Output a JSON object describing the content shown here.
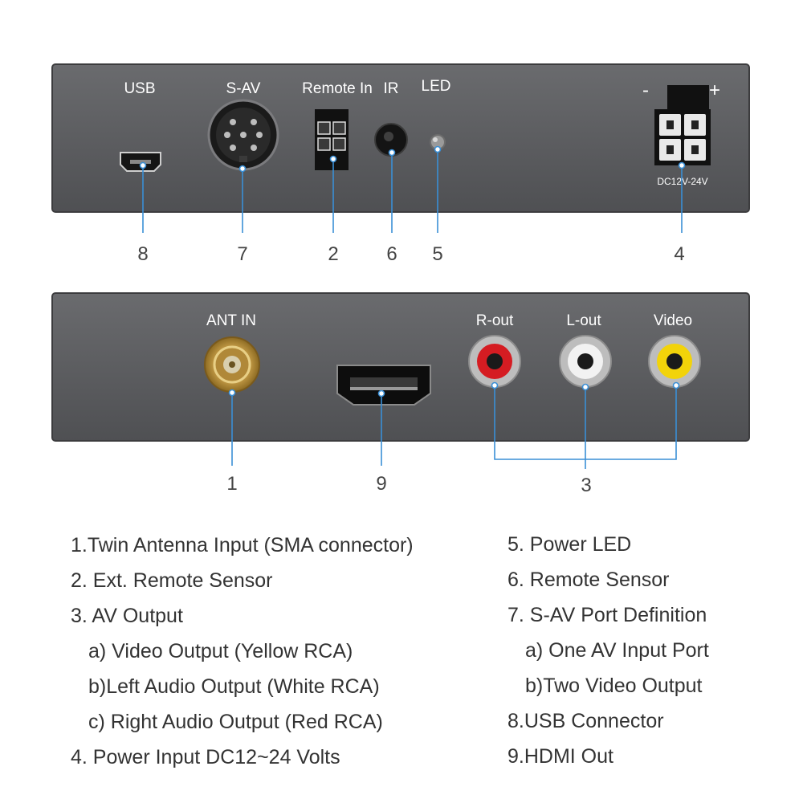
{
  "top_panel": {
    "labels": {
      "usb": "USB",
      "sav": "S-AV",
      "remote_in": "Remote In",
      "ir": "IR",
      "led": "LED",
      "minus": "-",
      "plus": "+",
      "dc": "DC12V-24V"
    },
    "callouts": [
      "8",
      "7",
      "2",
      "6",
      "5",
      "4"
    ]
  },
  "bottom_panel": {
    "labels": {
      "ant_in": "ANT IN",
      "r_out": "R-out",
      "l_out": "L-out",
      "video": "Video"
    },
    "callouts": [
      "1",
      "9",
      "3"
    ]
  },
  "legend": {
    "left": [
      "1.Twin Antenna Input (SMA connector)",
      "2. Ext. Remote Sensor",
      "3. AV Output",
      "a) Video Output (Yellow RCA)",
      "b)Left Audio Output (White RCA)",
      "c) Right Audio Output (Red RCA)",
      "4. Power Input DC12~24 Volts"
    ],
    "right": [
      "5. Power LED",
      "6. Remote Sensor",
      "7. S-AV Port Definition",
      "a) One AV Input Port",
      "b)Two Video Output",
      "8.USB Connector",
      "9.HDMI Out"
    ]
  },
  "colors": {
    "panel": "#5a5b5e",
    "rca_red": "#d51c22",
    "rca_white": "#f2f2f2",
    "rca_yellow": "#f2d30a",
    "sma_gold": "#c9a04a",
    "leader": "#3a8fd6"
  }
}
